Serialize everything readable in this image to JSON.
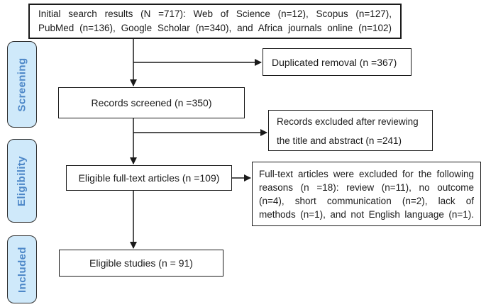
{
  "figure": {
    "stages": [
      {
        "label": "Screening"
      },
      {
        "label": "Eligibility"
      },
      {
        "label": "Included"
      }
    ],
    "boxes": {
      "initial_search": {
        "lines": [
          "Initial search results (N =717): Web of Science (n=12), Scopus (n=127),",
          "PubMed (n=136), Google Scholar (n=340), and Africa journals online (n=102)"
        ]
      },
      "duplicated_removal": {
        "text": "Duplicated removal (n =367)"
      },
      "records_screened": {
        "text": "Records screened (n =350)"
      },
      "records_excluded": {
        "lines": [
          "Records excluded after reviewing",
          "the title and abstract (n =241)"
        ]
      },
      "eligible_fulltext": {
        "text": "Eligible full-text articles (n =109)"
      },
      "fulltext_excluded": {
        "lines": [
          "Full-text articles were excluded for the following",
          "reasons (n =18): review (n=11), no outcome",
          "(n=4), short communication (n=2), lack of",
          "methods (n=1), and not English language (n=1)."
        ]
      },
      "eligible_studies": {
        "text": "Eligible studies (n = 91)"
      }
    },
    "colors": {
      "stage_fill": "#cfe9fa",
      "stage_text": "#4e88c8",
      "stage_border": "#2d2d2d",
      "box_border": "#1a1a1a",
      "line": "#1a1a1a"
    }
  }
}
